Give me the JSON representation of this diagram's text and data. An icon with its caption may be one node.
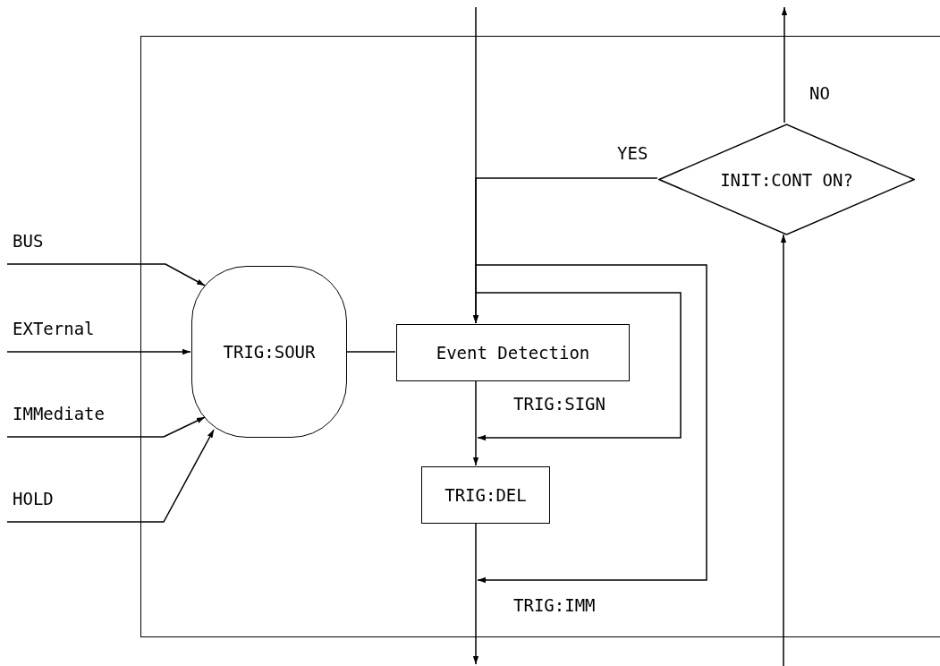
{
  "diagram": {
    "nodes": [
      {
        "text": [],
        "shape": "box"
      },
      {
        "text": [
          "BUS"
        ]
      },
      {
        "text": [
          "EXTernal"
        ]
      },
      {
        "text": [
          "IMMediate"
        ]
      },
      {
        "text": [
          "HOLD"
        ]
      },
      {
        "text": [
          "TRIG:SOUR"
        ],
        "in": 0
      },
      {
        "text": [
          "Event Detection"
        ],
        "in": 0
      },
      {
        "text": [
          "TRIG:DEL"
        ],
        "in": 0
      },
      {
        "text": [
          "INIT:CONT ON?"
        ],
        "in": 0
      }
    ],
    "edges": [
      {
        "from": 1,
        "to": 5,
        "arrow": "to"
      },
      {
        "from": 2,
        "to": 5,
        "arrow": "to"
      },
      {
        "from": 3,
        "to": 5,
        "arrow": "to"
      },
      {
        "from": 4,
        "to": 5,
        "arrow": "to"
      },
      {
        "from": 5,
        "to": 6,
        "arrow": "none"
      },
      {
        "from": null,
        "to": 6,
        "arrow": "to"
      },
      {
        "from": 8,
        "to": 6,
        "arrow": "to",
        "label": "YES"
      },
      {
        "from": 6,
        "to": 7,
        "arrow": "to"
      },
      {
        "from": 7,
        "to": null,
        "arrow": "to"
      },
      {
        "from": 8,
        "to": null,
        "arrow": "to",
        "label": "NO"
      },
      {
        "from": null,
        "to": 8,
        "arrow": "to"
      }
    ],
    "labels": [
      "TRIG:SIGN",
      "TRIG:IMM"
    ]
  }
}
